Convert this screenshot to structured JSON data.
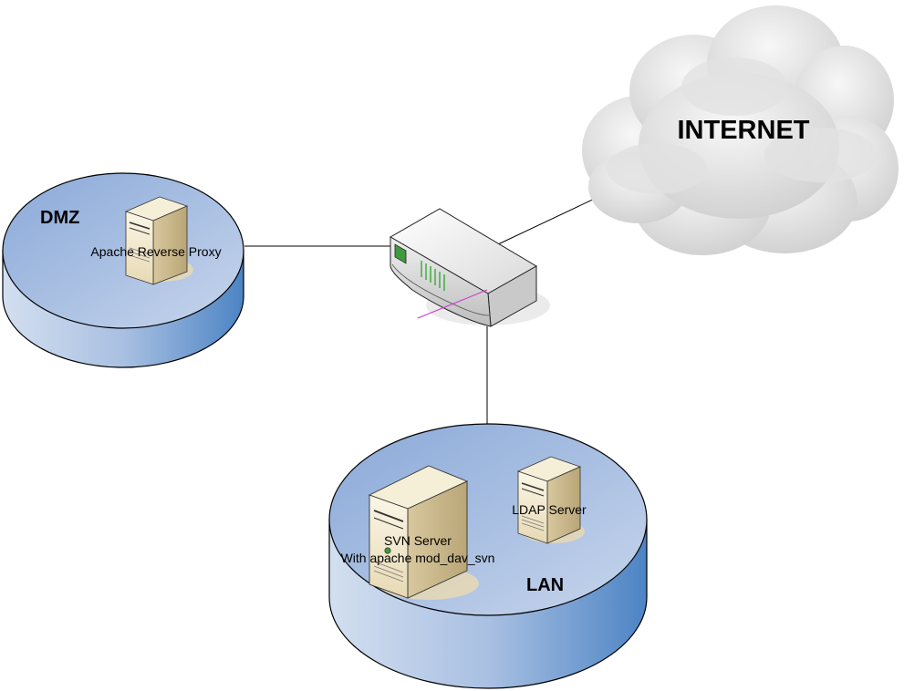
{
  "internet": {
    "label": "INTERNET"
  },
  "dmz": {
    "label": "DMZ",
    "server_label": "Apache Reverse Proxy"
  },
  "lan": {
    "label": "LAN",
    "svn_server_label_line1": "SVN Server",
    "svn_server_label_line2": "With apache mod_dav_svn",
    "ldap_server_label": "LDAP Server"
  },
  "icons": {
    "cloud": "cloud-icon",
    "router": "router-icon",
    "server": "server-icon"
  }
}
